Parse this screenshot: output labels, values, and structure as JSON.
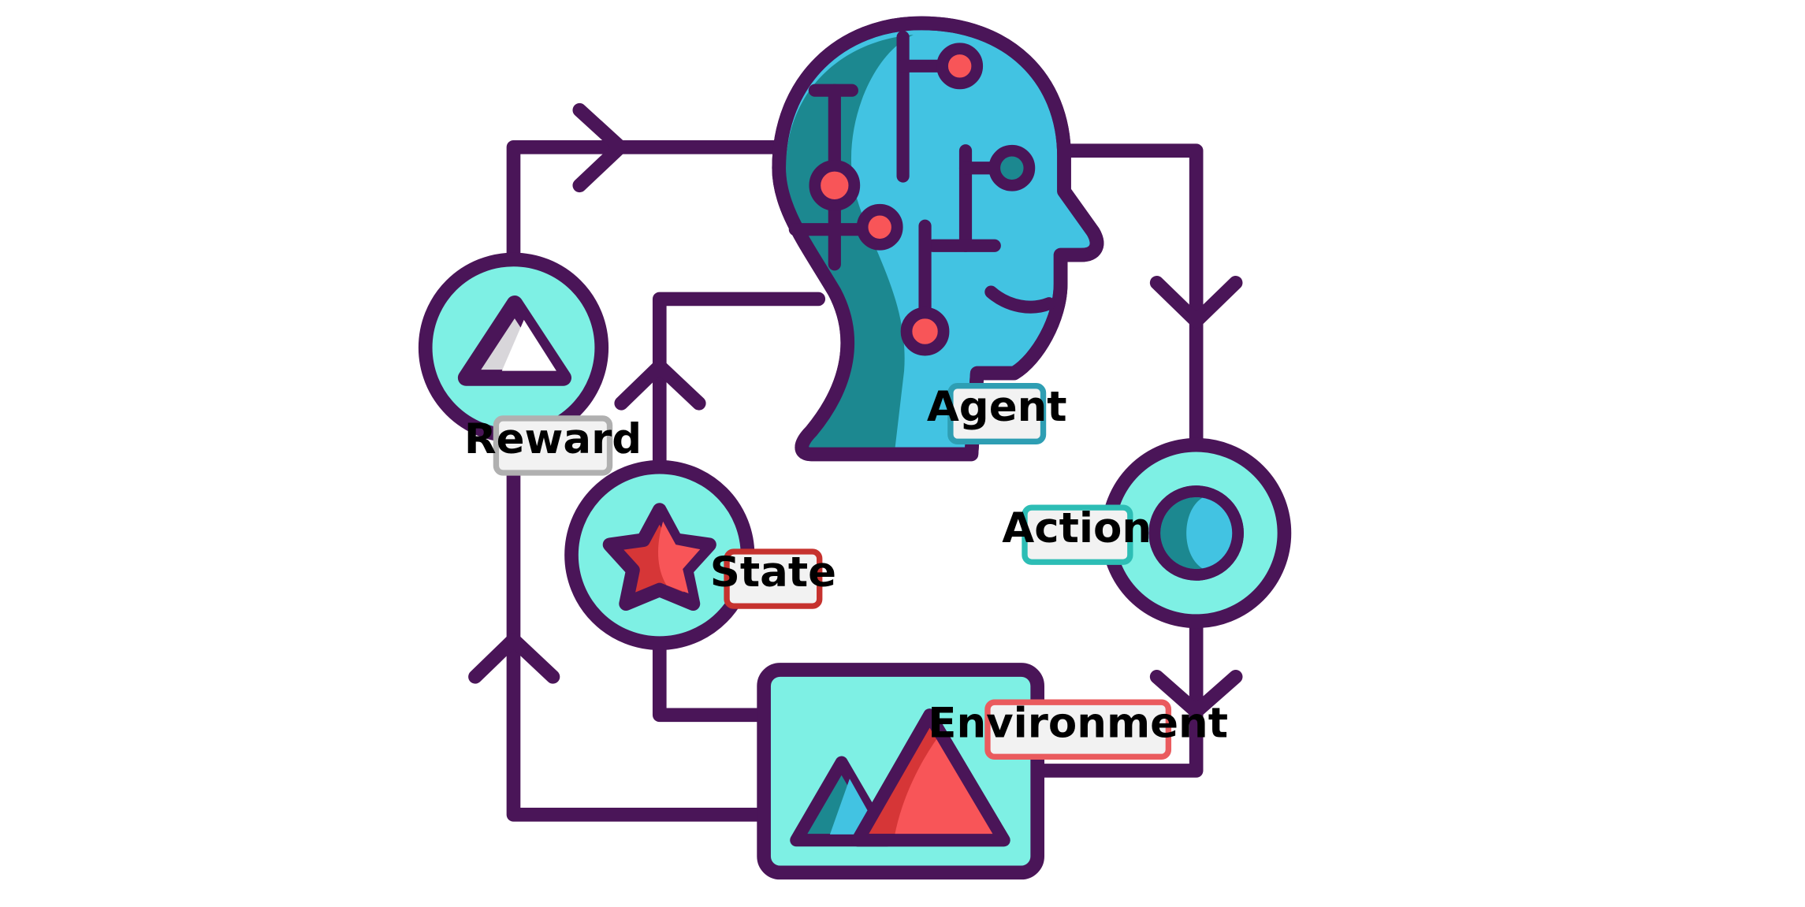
{
  "labels": {
    "agent": "Agent",
    "reward": "Reward",
    "state": "State",
    "action": "Action",
    "environment": "Environment"
  },
  "colors": {
    "outline": "#4A1558",
    "teal_light": "#7EF0E4",
    "cyan": "#42C3E2",
    "teal_dark": "#1C8890",
    "red": "#F85558",
    "red_dark": "#D63637",
    "label_fill": "#F2F2F2",
    "agent_border": "#2E9EB3",
    "reward_border": "#B0B0B0",
    "state_border": "#C6322E",
    "action_border": "#2DBDB5",
    "environment_border": "#EA5B5E",
    "label_text": "#000000"
  },
  "icons": {
    "agent": "robot-head-circuit-icon",
    "reward": "triangle-icon",
    "state": "star-icon",
    "action": "circle-icon",
    "environment": "mountains-icon"
  }
}
